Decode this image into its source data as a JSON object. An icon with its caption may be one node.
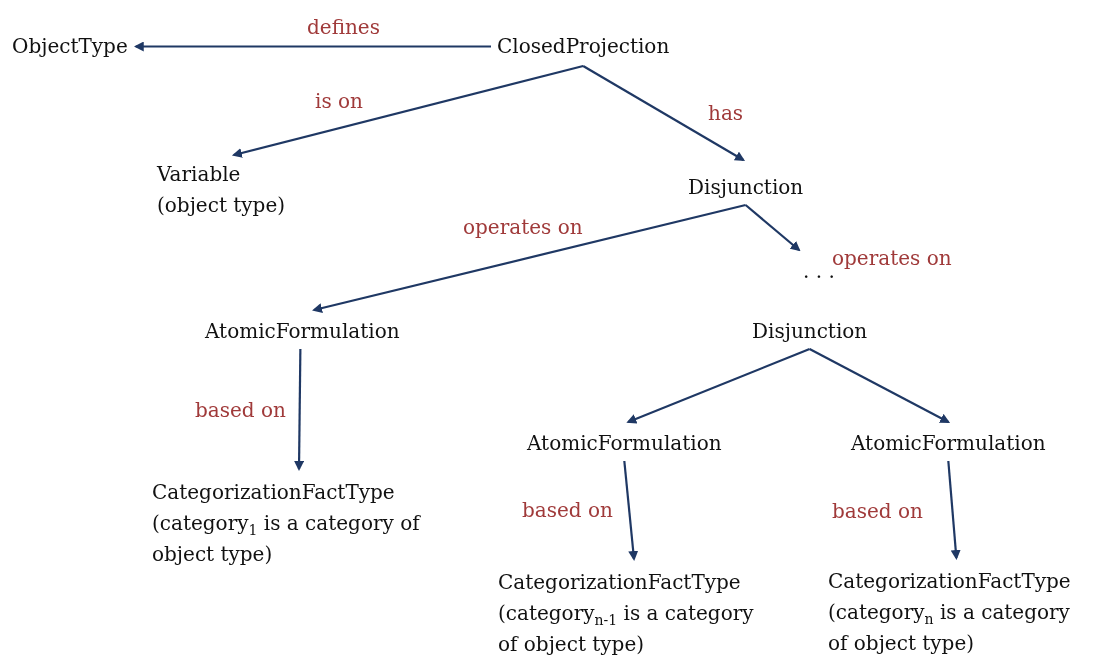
{
  "diagram": {
    "nodes": [
      {
        "text": [
          "ObjectType"
        ]
      },
      {
        "text": [
          "ClosedProjection"
        ]
      },
      {
        "text": [
          "Variable",
          "(object type)"
        ]
      },
      {
        "text": [
          "Disjunction"
        ]
      },
      {
        "text": [
          ". . ."
        ]
      },
      {
        "text": [
          "AtomicFormulation"
        ]
      },
      {
        "text": [
          "Disjunction"
        ]
      },
      {
        "text": [
          "AtomicFormulation"
        ]
      },
      {
        "text": [
          "AtomicFormulation"
        ]
      },
      {
        "text": [
          "CategorizationFactType",
          "(category$_{1}$ is a category of object type)"
        ]
      },
      {
        "text": [
          "CategorizationFactType",
          "(category$_{n-1}$ is a category of object type)"
        ]
      },
      {
        "text": [
          "CategorizationFactType",
          "(category$_{n}$ is a category of object type)"
        ]
      }
    ],
    "edges": [
      {
        "from": 1,
        "to": 0,
        "arrow": "to",
        "label": "defines"
      },
      {
        "from": 1,
        "to": 2,
        "arrow": "to",
        "label": "is on"
      },
      {
        "from": 1,
        "to": 3,
        "arrow": "to",
        "label": "has"
      },
      {
        "from": 3,
        "to": 5,
        "arrow": "to",
        "label": "operates on"
      },
      {
        "from": 3,
        "to": 4,
        "arrow": "to",
        "label": "operates on"
      },
      {
        "from": 5,
        "to": 9,
        "arrow": "to",
        "label": "based on"
      },
      {
        "from": 6,
        "to": 7,
        "arrow": "to"
      },
      {
        "from": 6,
        "to": 8,
        "arrow": "to"
      },
      {
        "from": 7,
        "to": 10,
        "arrow": "to",
        "label": "based on"
      },
      {
        "from": 8,
        "to": 11,
        "arrow": "to",
        "label": "based on"
      }
    ]
  }
}
